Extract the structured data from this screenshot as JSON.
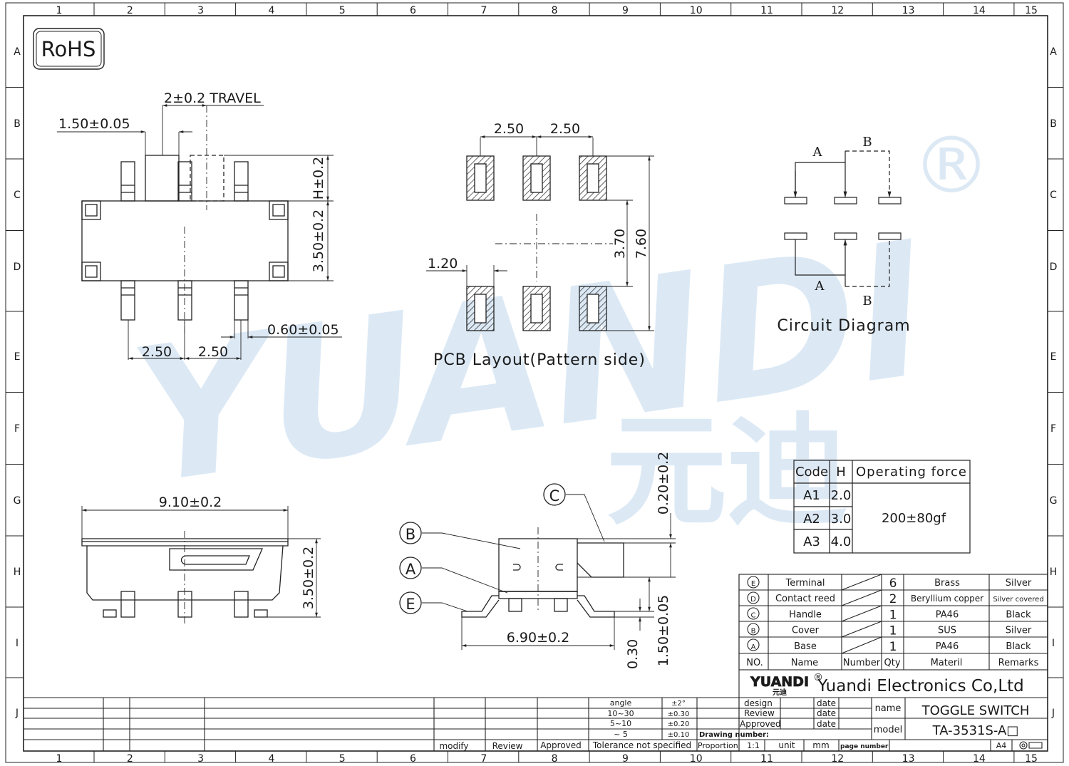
{
  "border": {
    "columns": [
      "1",
      "2",
      "3",
      "4",
      "5",
      "6",
      "7",
      "8",
      "9",
      "10",
      "11",
      "12",
      "13",
      "14",
      "15"
    ],
    "rows": [
      "A",
      "B",
      "C",
      "D",
      "E",
      "F",
      "G",
      "H",
      "I",
      "J"
    ]
  },
  "rohs_label": "RoHS",
  "watermark": {
    "latin": "YUANDI",
    "cjk": "元迪",
    "registered": "®",
    "color": "#c8dcef",
    "accent": "#d4ead2"
  },
  "side_view": {
    "travel": "2±0.2 TRAVEL",
    "actuator_width": "1.50±0.05",
    "height_h": "H±0.2",
    "body_height": "3.50±0.2",
    "pitch_left": "2.50",
    "pitch_right": "2.50",
    "pin_width": "0.60±0.05"
  },
  "pcb_layout": {
    "caption": "PCB Layout(Pattern side)",
    "pitch_left": "2.50",
    "pitch_right": "2.50",
    "pad_width": "1.20",
    "inner_gap": "3.70",
    "overall": "7.60"
  },
  "circuit": {
    "caption": "Circuit  Diagram",
    "label_a_top": "A",
    "label_b_top": "B",
    "label_a_bottom": "A",
    "label_b_bottom": "B"
  },
  "front_view": {
    "length": "9.10±0.2",
    "height": "3.50±0.2"
  },
  "section_view": {
    "callout_c": "C",
    "callout_b": "B",
    "callout_a": "A",
    "callout_e": "E",
    "actuator_height": "0.20±0.2",
    "body_height": "1.50±0.05",
    "terminal": "0.30",
    "span": "6.90±0.2"
  },
  "force_table": {
    "headers": [
      "Code",
      "H",
      "Operating force"
    ],
    "rows": [
      [
        "A1",
        "2.0"
      ],
      [
        "A2",
        "3.0"
      ],
      [
        "A3",
        "4.0"
      ]
    ],
    "force": "200±80gf"
  },
  "bom": {
    "rows": [
      {
        "no": "E",
        "name": "Terminal",
        "qty": "6",
        "material": "Brass",
        "remarks": "Silver"
      },
      {
        "no": "D",
        "name": "Contact reed",
        "qty": "2",
        "material": "Beryllium  copper",
        "remarks": "Silver covered"
      },
      {
        "no": "C",
        "name": "Handle",
        "qty": "1",
        "material": "PA46",
        "remarks": "Black"
      },
      {
        "no": "B",
        "name": "Cover",
        "qty": "1",
        "material": "SUS",
        "remarks": "Silver"
      },
      {
        "no": "A",
        "name": "Base",
        "qty": "1",
        "material": "PA46",
        "remarks": "Black"
      }
    ],
    "header": {
      "no": "NO.",
      "name": "Name",
      "number": "Number",
      "qty": "Qty",
      "material": "Materil",
      "remarks": "Remarks"
    }
  },
  "title_block": {
    "logo": "YUANDI",
    "logo_cjk": "元迪",
    "registered": "®",
    "company": "Yuandi Electronics Co,Ltd",
    "design": "design",
    "review": "Review",
    "approved": "Approved",
    "date": "date",
    "drawing_number": "Drawing number:",
    "proportion": "Proportion",
    "scale": "1:1",
    "unit": "unit",
    "mm": "mm",
    "page_number": "page number",
    "name_label": "name",
    "name_value": "TOGGLE  SWITCH",
    "model_label": "model",
    "model_value": "TA-3531S-A□",
    "size": "A4",
    "tolerance": [
      {
        "range": "angle",
        "value": "±2°"
      },
      {
        "range": "10~30",
        "value": "±0.30"
      },
      {
        "range": "5~10",
        "value": "±0.20"
      },
      {
        "range": "~ 5",
        "value": "±0.10"
      }
    ],
    "tolerance_caption": "Tolerance  not  specified",
    "modify": "modify",
    "review_col": "Review",
    "approved_col": "Approved"
  }
}
